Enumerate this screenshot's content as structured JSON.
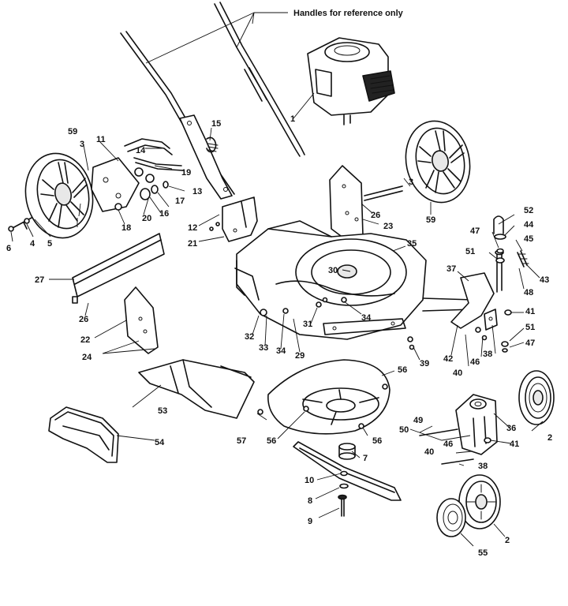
{
  "caption": "Handles for reference only",
  "callouts": {
    "c1": "1",
    "c2a": "2",
    "c2b": "2",
    "c3a": "3",
    "c3b": "3",
    "c4": "4",
    "c5": "5",
    "c6": "6",
    "c7": "7",
    "c8": "8",
    "c9": "9",
    "c10": "10",
    "c11": "11",
    "c12": "12",
    "c13": "13",
    "c14": "14",
    "c15": "15",
    "c16": "16",
    "c17": "17",
    "c18": "18",
    "c19": "19",
    "c20": "20",
    "c21": "21",
    "c22": "22",
    "c23": "23",
    "c24": "24",
    "c26a": "26",
    "c26b": "26",
    "c27": "27",
    "c29": "29",
    "c30": "30",
    "c31": "31",
    "c32": "32",
    "c33": "33",
    "c34a": "34",
    "c34b": "34",
    "c35": "35",
    "c36": "36",
    "c37": "37",
    "c38a": "38",
    "c38b": "38",
    "c39": "39",
    "c40a": "40",
    "c40b": "40",
    "c41a": "41",
    "c41b": "41",
    "c42": "42",
    "c43": "43",
    "c44": "44",
    "c45": "45",
    "c46a": "46",
    "c46b": "46",
    "c47a": "47",
    "c47b": "47",
    "c48": "48",
    "c49": "49",
    "c50": "50",
    "c51a": "51",
    "c51b": "51",
    "c52": "52",
    "c53": "53",
    "c54": "54",
    "c55": "55",
    "c56a": "56",
    "c56b": "56",
    "c56c": "56",
    "c57": "57",
    "c59a": "59",
    "c59b": "59"
  }
}
